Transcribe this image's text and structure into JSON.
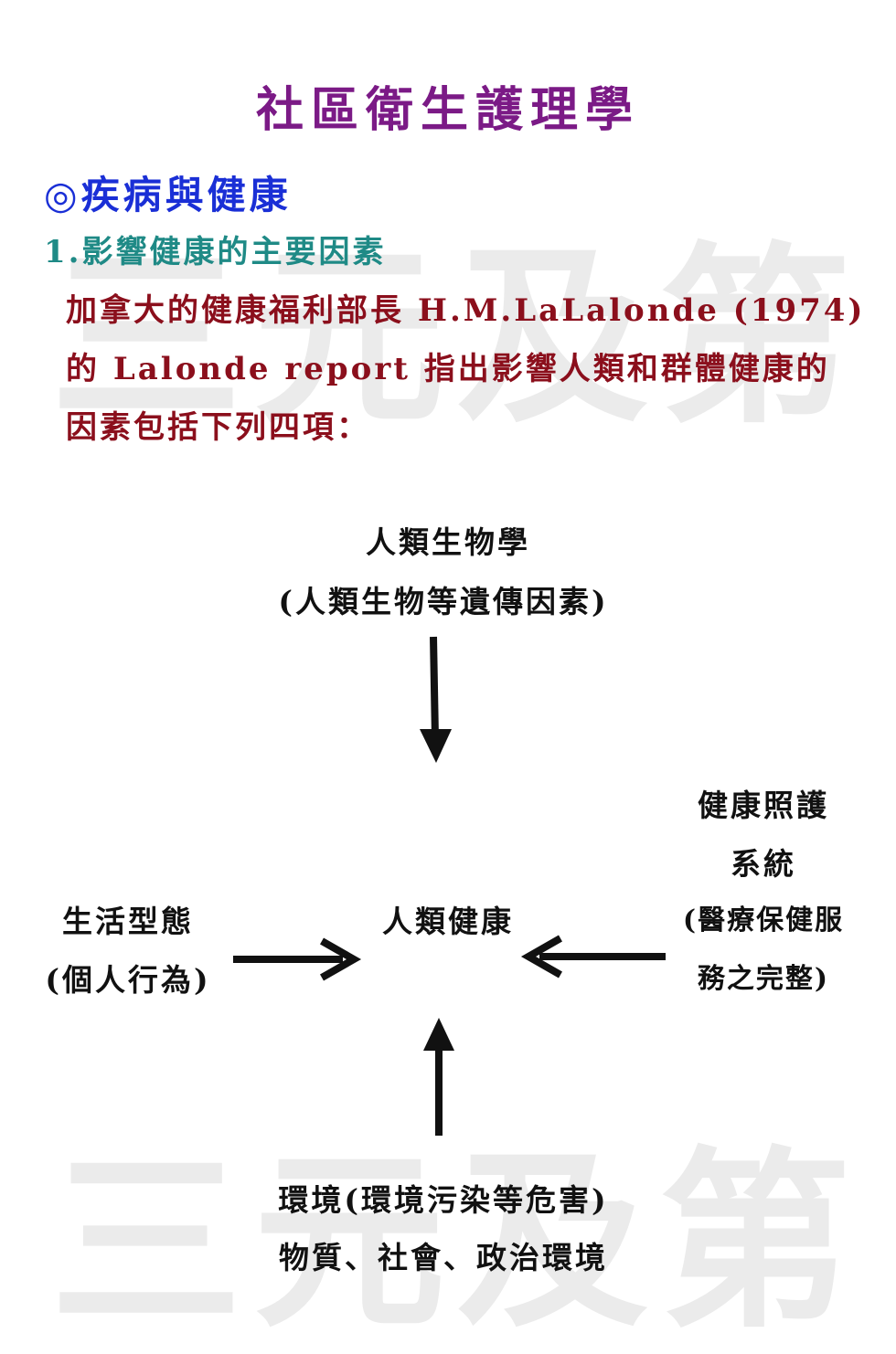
{
  "watermark": {
    "line1": "三元及第",
    "line2": "三元及第"
  },
  "title": "社區衛生護理學",
  "section": "◎疾病與健康",
  "subsection": "1.影響健康的主要因素",
  "paragraph": {
    "line1": "加拿大的健康福利部長 H.M.LaLalonde (1974)",
    "line2": "的 Lalonde report  指出影響人類和群體健康的",
    "line3": "因素包括下列四項："
  },
  "diagram": {
    "top": {
      "line1": "人類生物學",
      "line2": "(人類生物等遺傳因素)"
    },
    "center": "人類健康",
    "left": {
      "line1": "生活型態",
      "line2": "(個人行為)"
    },
    "right": {
      "line1": "健康照護",
      "line2": "系統",
      "line3": "(醫療保健服",
      "line4": "務之完整)"
    },
    "bottom": {
      "line1": "環境(環境污染等危害)",
      "line2": "物質、社會、政治環境"
    }
  },
  "colors": {
    "title": "#7b1a86",
    "section": "#1a2fd6",
    "subsection": "#1f8a86",
    "paragraph": "#8b0f1c",
    "diagram_text": "#111111",
    "watermark": "#ebebeb"
  }
}
